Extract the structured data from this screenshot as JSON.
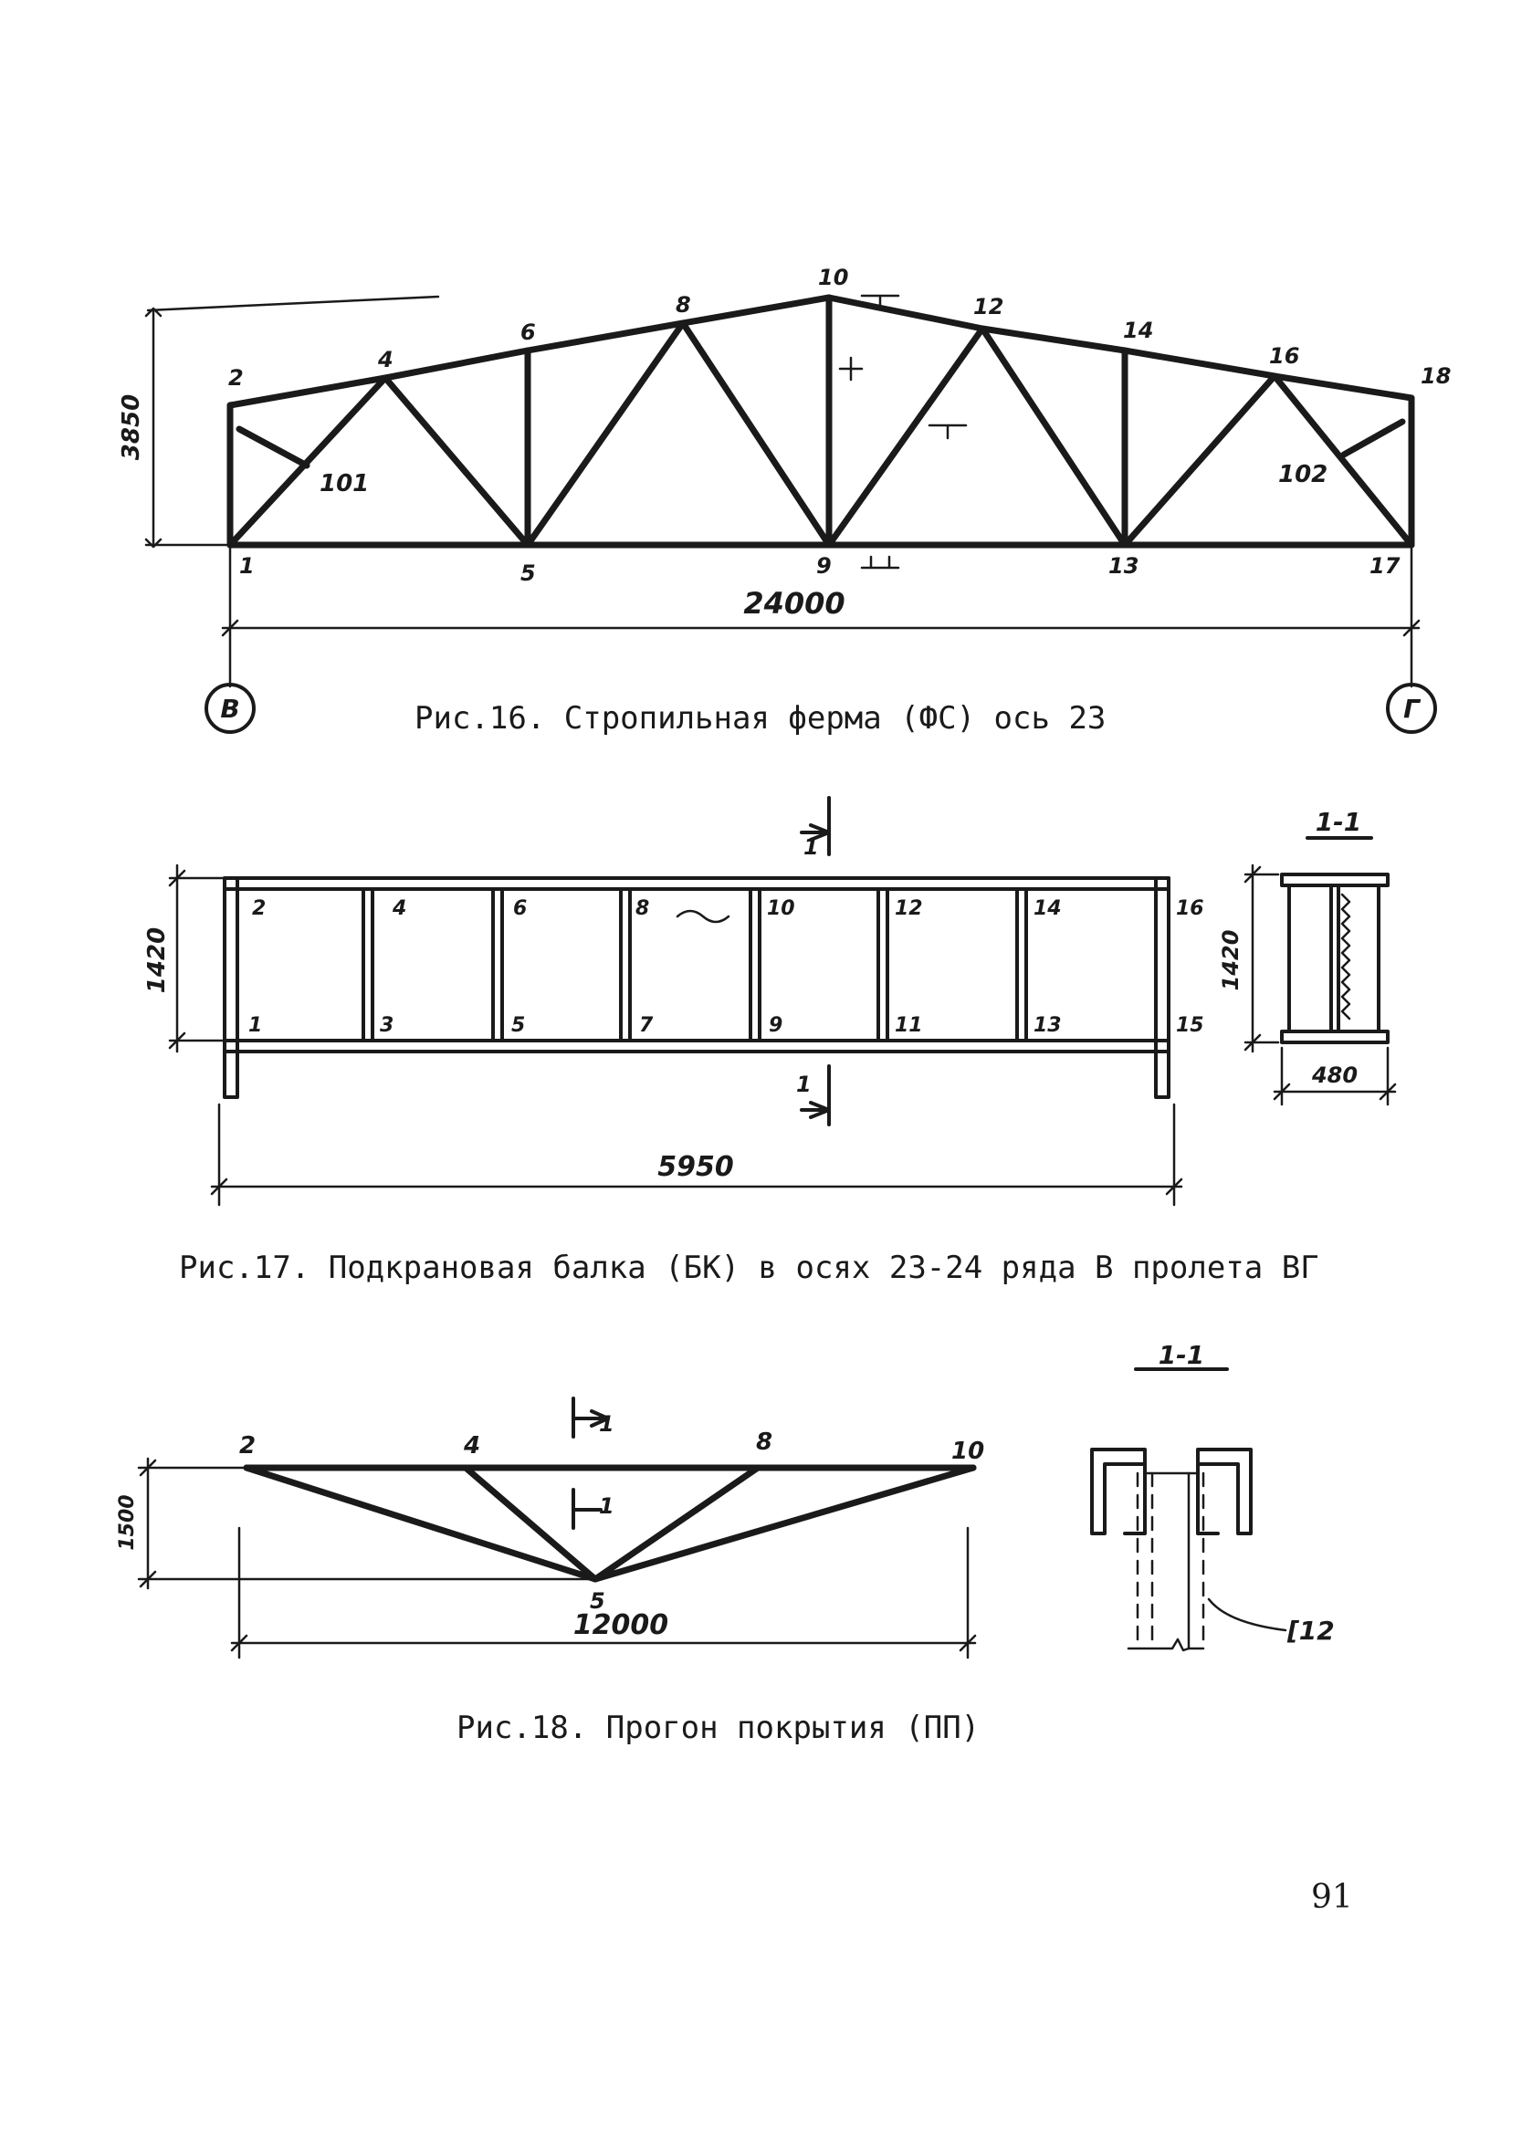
{
  "fig16": {
    "caption": "Рис.16. Стропильная ферма (ФС) ось 23",
    "span_dim": "24000",
    "height_dim": "3850",
    "axis_left": "В",
    "axis_right": "Г",
    "nodes": [
      "1",
      "2",
      "4",
      "5",
      "6",
      "8",
      "9",
      "10",
      "12",
      "13",
      "14",
      "16",
      "17",
      "18"
    ],
    "labels": [
      "101",
      "102"
    ]
  },
  "fig17": {
    "caption": "Рис.17. Подкрановая балка (БК) в осях 23-24 ряда В пролета ВГ",
    "length_dim": "5950",
    "height_dim": "1420",
    "section_mark": "1",
    "section_title": "1-1",
    "section_height": "1420",
    "section_width": "480",
    "top_nodes": [
      "2",
      "4",
      "6",
      "8",
      "10",
      "12",
      "14",
      "16"
    ],
    "bottom_nodes": [
      "1",
      "3",
      "5",
      "7",
      "9",
      "11",
      "13",
      "15"
    ]
  },
  "fig18": {
    "caption": "Рис.18. Прогон покрытия (ПП)",
    "span_dim": "12000",
    "height_dim": "1500",
    "nodes": [
      "2",
      "4",
      "5",
      "8",
      "10"
    ],
    "section_mark": "1",
    "section_title": "1-1",
    "profile": "[12"
  },
  "page_number": "91"
}
